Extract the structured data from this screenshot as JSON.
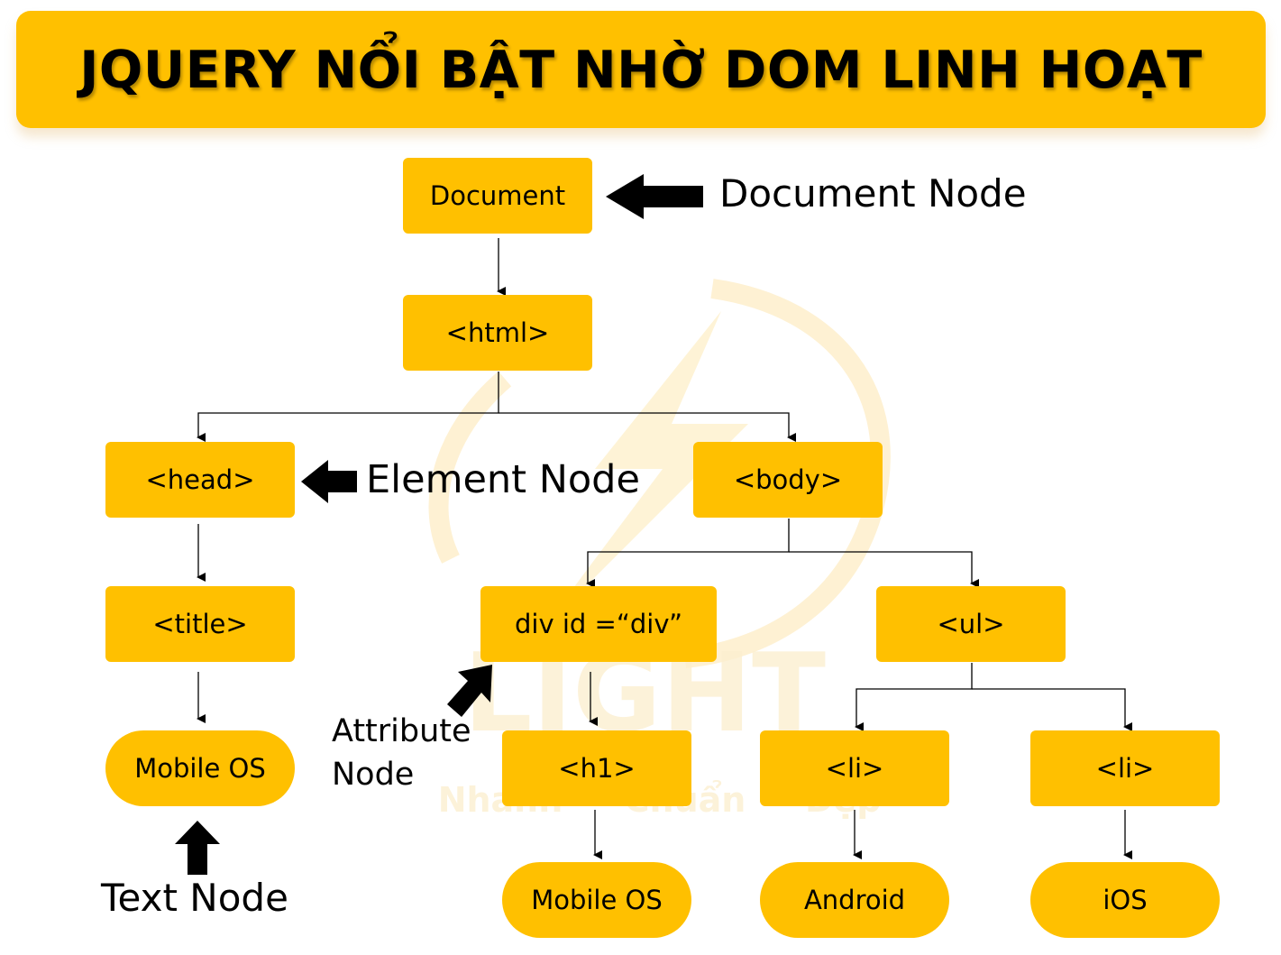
{
  "title": "JQUERY NỔI BẬT NHỜ DOM LINH HOẠT",
  "nodes": {
    "document": "Document",
    "html": "<html>",
    "head": "<head>",
    "body": "<body>",
    "title_tag": "<title>",
    "div": "div id =“div”",
    "ul": "<ul>",
    "head_text": "Mobile OS",
    "h1": "<h1>",
    "li_1": "<li>",
    "li_2": "<li>",
    "h1_text": "Mobile OS",
    "li_1_text": "Android",
    "li_2_text": "iOS"
  },
  "annotations": {
    "document_node": "Document Node",
    "element_node": "Element Node",
    "attribute_node_line1": "Attribute",
    "attribute_node_line2": "Node",
    "text_node": "Text Node"
  },
  "watermark": {
    "word": "LIGHT",
    "tagline": [
      "Nhanh",
      "Chuẩn",
      "Đẹp"
    ]
  },
  "colors": {
    "node_fill": "#FFC000",
    "banner_fill": "#FFC000",
    "text": "#000000",
    "background": "#FFFFFF"
  }
}
